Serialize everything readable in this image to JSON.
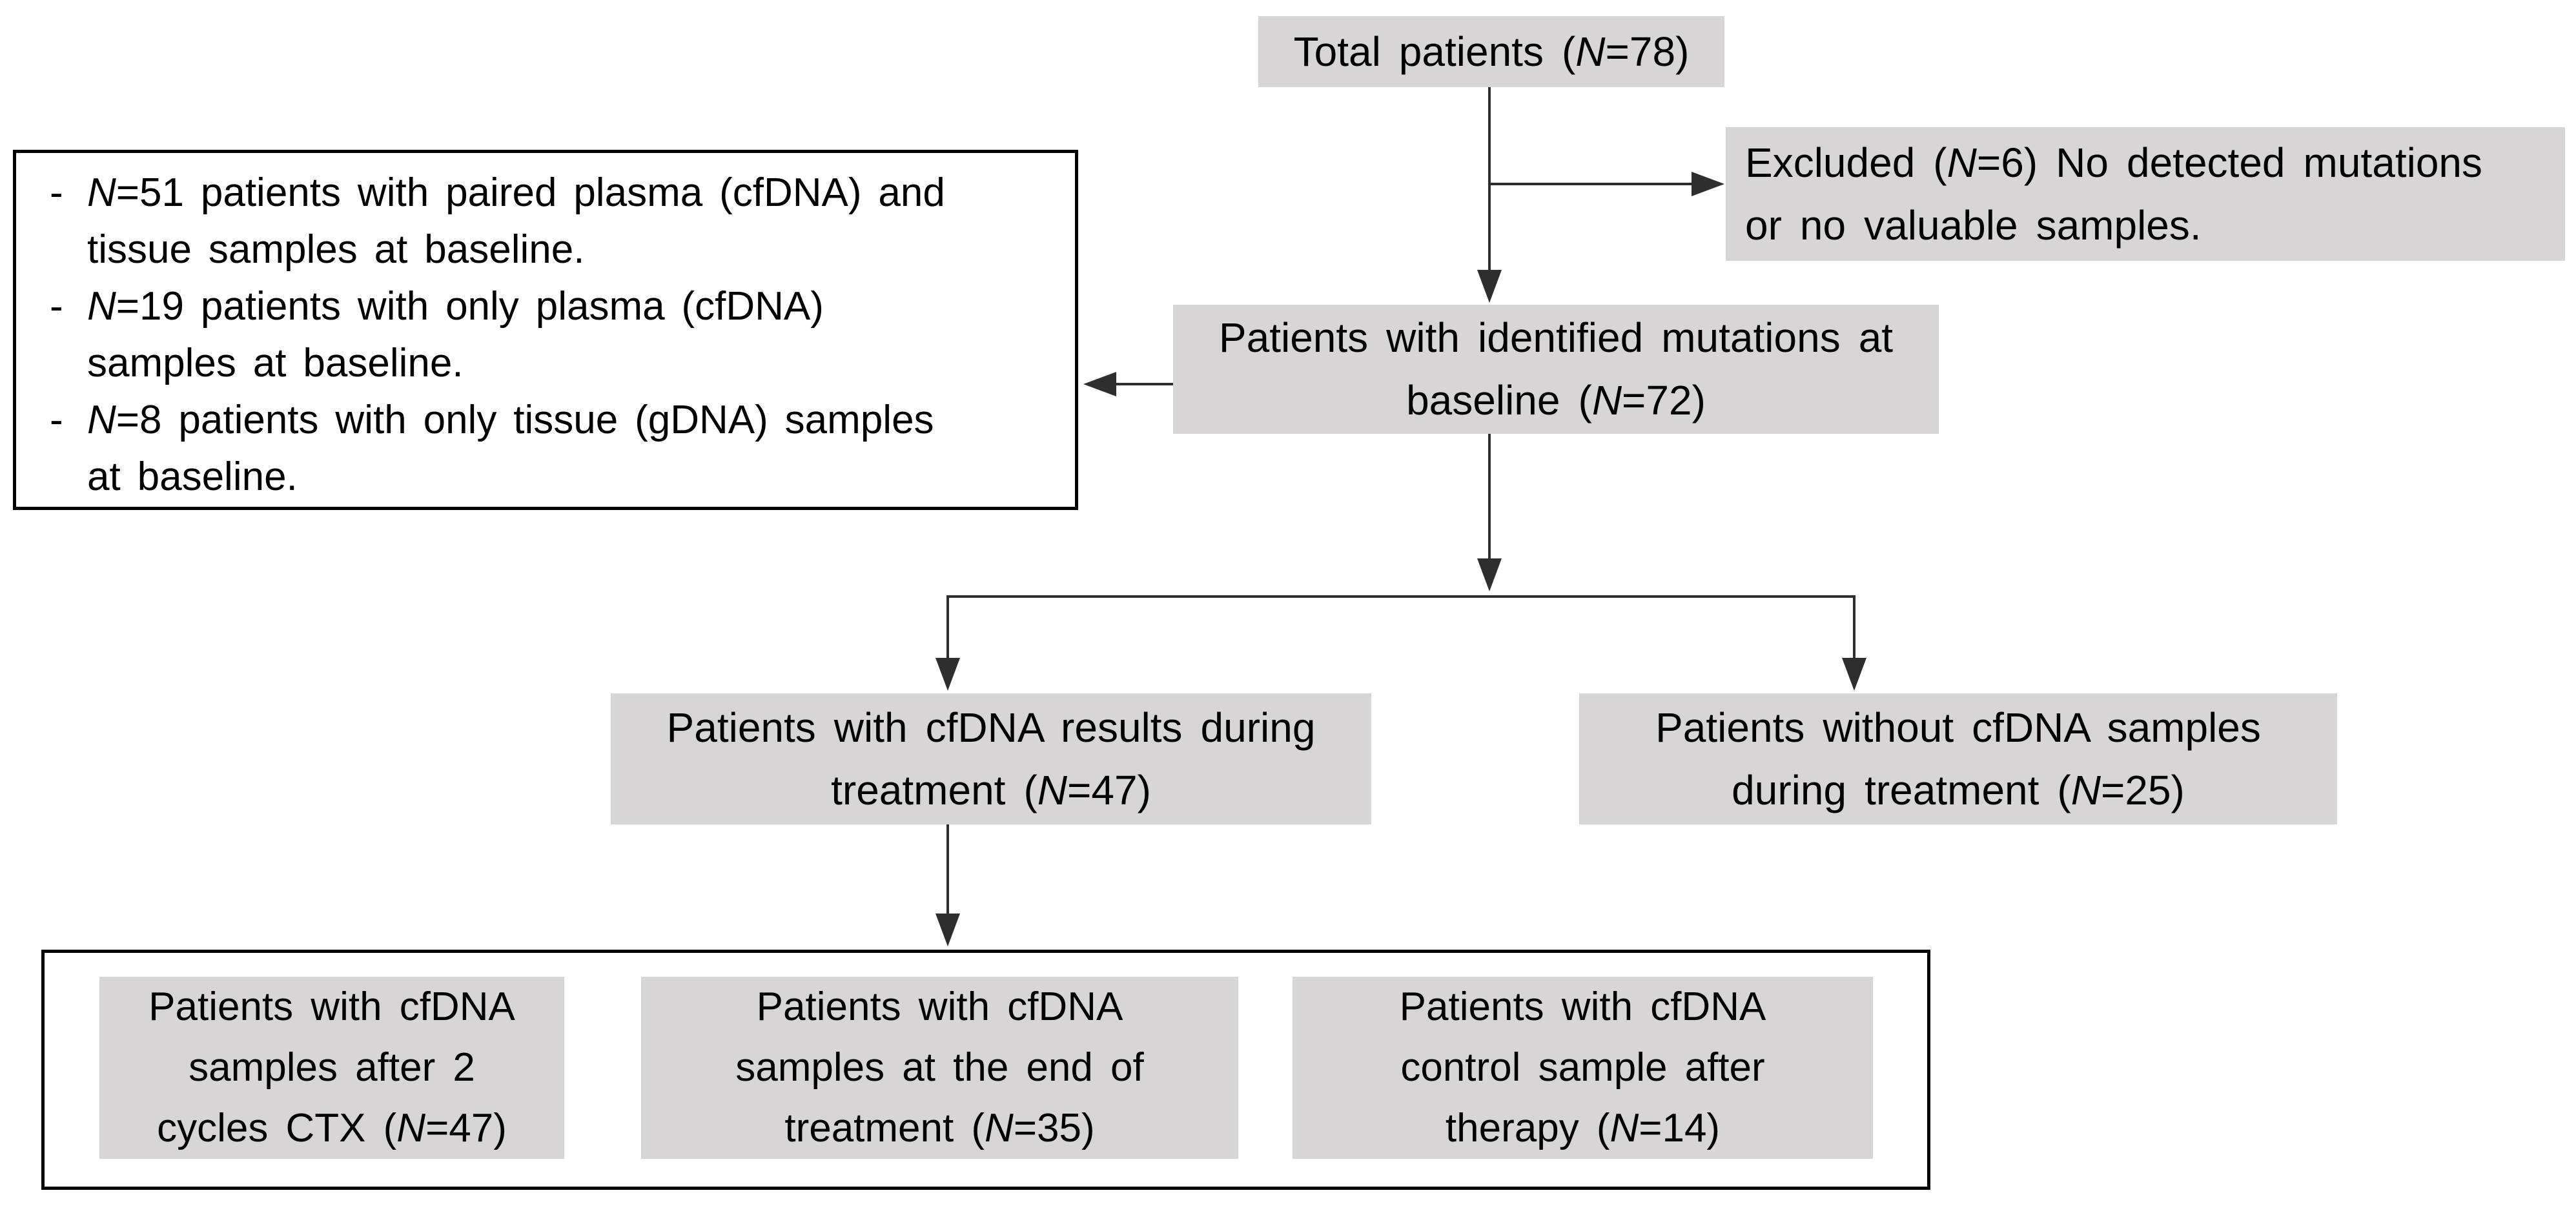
{
  "theme": {
    "background": "#ffffff",
    "box_fill": "#d8d5d6",
    "text_color": "#000000",
    "line_color": "#2e2e2e",
    "border_color": "#000000"
  },
  "flowchart": {
    "nodes": {
      "total_patients": {
        "lines": [
          "Total patients (N=78)"
        ]
      },
      "excluded": {
        "lines": [
          "Excluded (N=6) No detected mutations",
          "or no valuable samples."
        ]
      },
      "baseline_mutations": {
        "lines": [
          "Patients with identified mutations at",
          "baseline (N=72)"
        ]
      },
      "cfdna_during_treatment": {
        "lines": [
          "Patients with cfDNA results during",
          "treatment (N=47)"
        ]
      },
      "no_cfdna_during_treatment": {
        "lines": [
          "Patients without cfDNA samples",
          "during treatment (N=25)"
        ]
      },
      "cfdna_after_2_cycles": {
        "lines": [
          "Patients with cfDNA",
          "samples after 2",
          "cycles CTX (N=47)"
        ]
      },
      "cfdna_end_of_treatment": {
        "lines": [
          "Patients with cfDNA",
          "samples at the end of",
          "treatment (N=35)"
        ]
      },
      "cfdna_control_after_therapy": {
        "lines": [
          "Patients with cfDNA",
          "control sample after",
          "therapy (N=14)"
        ]
      }
    },
    "side_note": {
      "bullet": "-",
      "items": [
        {
          "lines": [
            "N=51 patients with paired plasma (cfDNA) and",
            "tissue samples at baseline."
          ]
        },
        {
          "lines": [
            "N=19 patients with only plasma (cfDNA)",
            "samples at baseline."
          ]
        },
        {
          "lines": [
            "N=8 patients with only tissue (gDNA) samples",
            "at baseline."
          ]
        }
      ]
    }
  }
}
